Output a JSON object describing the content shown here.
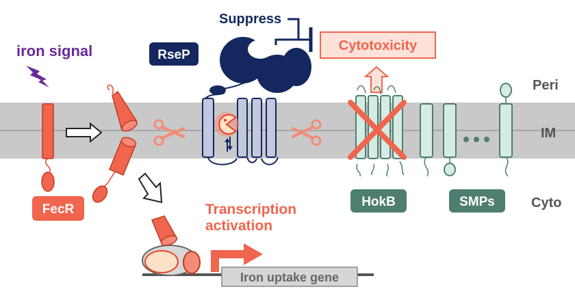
{
  "labels": {
    "iron_signal": "iron signal",
    "suppress": "Suppress",
    "rsep": "RseP",
    "cytotoxicity": "Cytotoxicity",
    "peri": "Peri",
    "im": "IM",
    "cyto": "Cyto",
    "fecr": "FecR",
    "hokb": "HokB",
    "smps": "SMPs",
    "transcription_line1": "Transcription",
    "transcription_line2": "activation",
    "iron_gene": "Iron uptake gene"
  },
  "colors": {
    "membrane": "#c9c9c9",
    "membrane_line": "#9a9a9a",
    "fecr": "#f0654d",
    "fecr_light": "#f58b76",
    "fecr_dark": "#e8442a",
    "rsep_navy": "#14275e",
    "rsep_fill": "#c2c8dd",
    "hokb_teal": "#4e7e70",
    "hokb_fill": "#d6ebe4",
    "cross": "#f0654d",
    "purple": "#6a2a96",
    "gene_box": "#d6d6d6",
    "dna": "#555555"
  },
  "icons": {
    "lightning": "lightning-bolt-icon",
    "scissors": "scissors-icon",
    "pacman": "pacman-protease-icon",
    "cross": "cross-mark-icon"
  }
}
